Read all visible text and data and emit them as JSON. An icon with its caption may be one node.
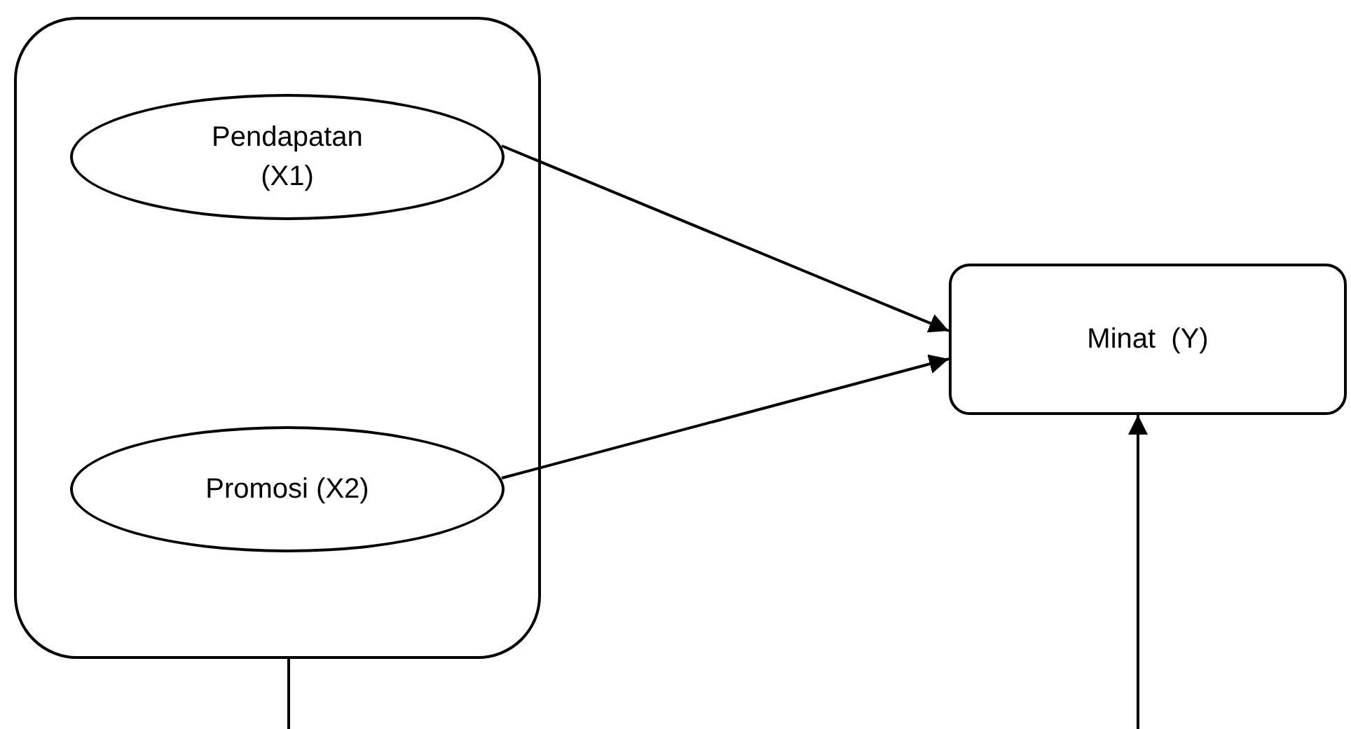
{
  "diagram": {
    "nodes": [
      {
        "text": [],
        "shape": "box"
      },
      {
        "text": [
          "Pendapatan (X1)"
        ],
        "in": 0
      },
      {
        "text": [
          "Promosi (X2)"
        ],
        "in": 0
      },
      {
        "text": [
          "Minat  (Y)"
        ]
      }
    ],
    "edges": [
      {
        "from": 1,
        "to": 3,
        "arrow": "to"
      },
      {
        "from": 2,
        "to": 3,
        "arrow": "to"
      },
      {
        "from": 0,
        "to": 3,
        "arrow": "to"
      }
    ]
  }
}
